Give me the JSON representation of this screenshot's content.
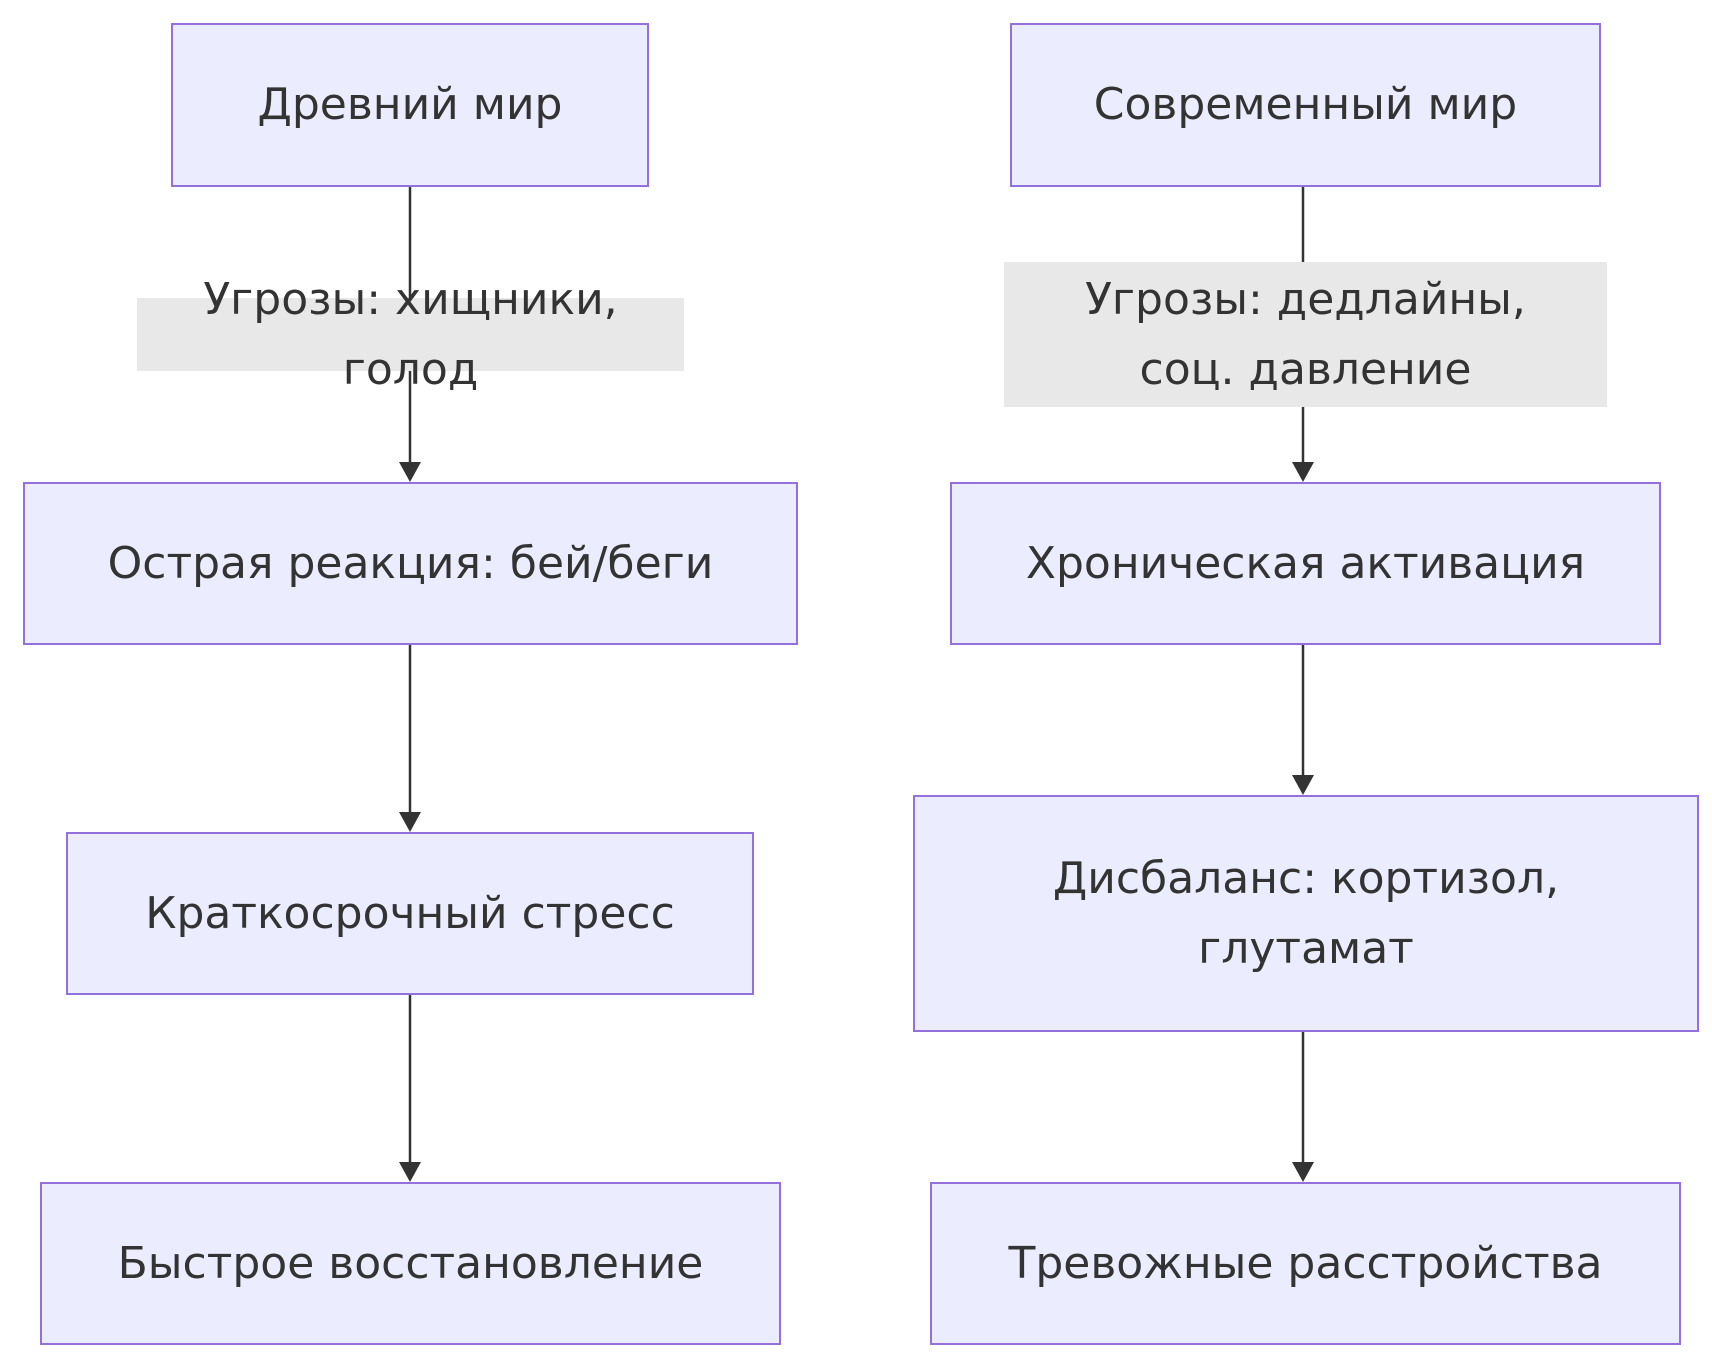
{
  "diagram": {
    "left_column": {
      "nodes": [
        {
          "id": "ancient-world",
          "label": "Древний мир"
        },
        {
          "id": "acute-reaction",
          "label": "Острая реакция: бей/беги"
        },
        {
          "id": "short-term-stress",
          "label": "Краткосрочный стресс"
        },
        {
          "id": "fast-recovery",
          "label": "Быстрое восстановление"
        }
      ],
      "edge_label": "Угрозы: хищники, голод"
    },
    "right_column": {
      "nodes": [
        {
          "id": "modern-world",
          "label": "Современный мир"
        },
        {
          "id": "chronic-activation",
          "label": "Хроническая активация"
        },
        {
          "id": "imbalance",
          "label": "Дисбаланс: кортизол, глутамат"
        },
        {
          "id": "anxiety-disorders",
          "label": "Тревожные расстройства"
        }
      ],
      "edge_label": "Угрозы: дедлайны, соц. давление"
    },
    "edges": [
      {
        "from": "ancient-world",
        "to": "acute-reaction",
        "label": "Угрозы: хищники, голод"
      },
      {
        "from": "acute-reaction",
        "to": "short-term-stress"
      },
      {
        "from": "short-term-stress",
        "to": "fast-recovery"
      },
      {
        "from": "modern-world",
        "to": "chronic-activation",
        "label": "Угрозы: дедлайны, соц. давление"
      },
      {
        "from": "chronic-activation",
        "to": "imbalance"
      },
      {
        "from": "imbalance",
        "to": "anxiety-disorders"
      }
    ],
    "colors": {
      "node_fill": "#ececff",
      "node_stroke": "#9370db",
      "edge": "#333333",
      "edge_label_bg": "#e8e8e8",
      "text": "#333333"
    }
  }
}
